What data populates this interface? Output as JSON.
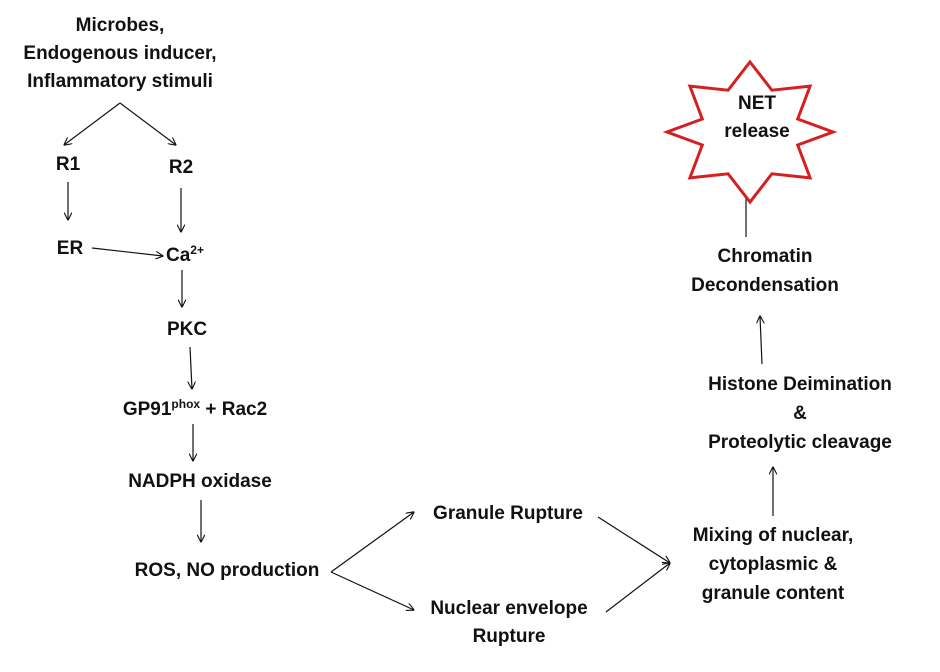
{
  "nodes": {
    "stimuli": [
      "Microbes,",
      "Endogenous inducer,",
      "Inflammatory stimuli"
    ],
    "r1": "R1",
    "r2": "R2",
    "er": "ER",
    "ca": {
      "base": "Ca",
      "sup": "2+"
    },
    "pkc": "PKC",
    "gp91": {
      "base": "GP91",
      "sup": "phox",
      "rest": " + Rac2"
    },
    "nadph": "NADPH oxidase",
    "ros": "ROS, NO production",
    "granule": "Granule Rupture",
    "nuclear_envelope": [
      "Nuclear envelope",
      "Rupture"
    ],
    "mixing": [
      "Mixing of nuclear,",
      "cytoplasmic &",
      "granule content"
    ],
    "histone": [
      "Histone Deimination",
      "&",
      "Proteolytic cleavage"
    ],
    "chromatin": [
      "Chromatin",
      "Decondensation"
    ],
    "net": [
      "NET",
      "release"
    ]
  },
  "colors": {
    "star_outline": "#d42020",
    "text": "#111111",
    "arrow": "#111111"
  },
  "icons": {
    "net_badge": "eight-point-star-shape"
  }
}
